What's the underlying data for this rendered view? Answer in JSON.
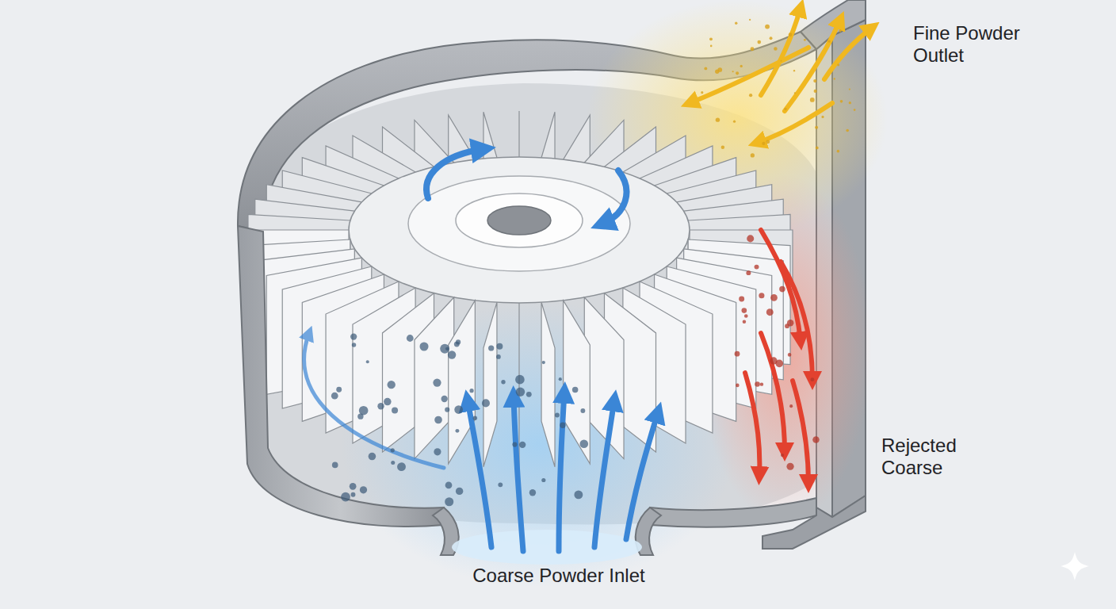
{
  "diagram": {
    "labels": [
      "Fine Powder Outlet",
      "Rejected Coarse",
      "Coarse Powder Inlet"
    ]
  }
}
